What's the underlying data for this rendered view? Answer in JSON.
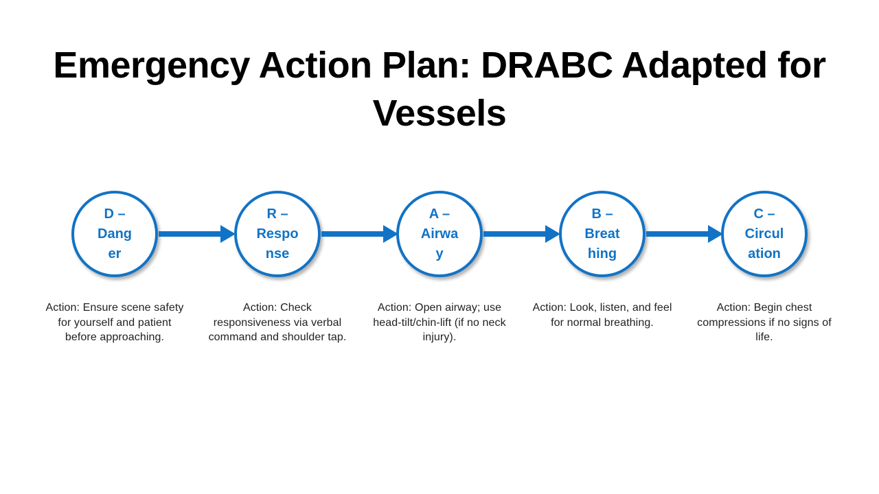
{
  "slide": {
    "title": "Emergency Action Plan: DRABC Adapted for Vessels"
  },
  "flow": {
    "arrow_icon": "right-arrow",
    "steps": [
      {
        "id": "danger",
        "label": "D – Danger",
        "circle_lines": [
          "D –",
          "Dang",
          "er"
        ],
        "action": "Action: Ensure scene safety for yourself and patient before approaching."
      },
      {
        "id": "response",
        "label": "R – Response",
        "circle_lines": [
          "R –",
          "Respo",
          "nse"
        ],
        "action": "Action: Check responsiveness via verbal command and shoulder tap."
      },
      {
        "id": "airway",
        "label": "A – Airway",
        "circle_lines": [
          "A –",
          "Airwa",
          "y"
        ],
        "action": "Action: Open airway; use head-tilt/chin-lift (if no neck injury)."
      },
      {
        "id": "breathing",
        "label": "B – Breathing",
        "circle_lines": [
          "B –",
          "Breat",
          "hing"
        ],
        "action": "Action: Look, listen, and feel for normal breathing."
      },
      {
        "id": "circulation",
        "label": "C – Circulation",
        "circle_lines": [
          "C –",
          "Circul",
          "ation"
        ],
        "action": "Action: Begin chest compressions if no signs of life."
      }
    ]
  },
  "colors": {
    "accent_blue": "#1173C5",
    "title_text": "#000000",
    "body_text": "#212121",
    "circle_fill": "#FFFFFF"
  }
}
